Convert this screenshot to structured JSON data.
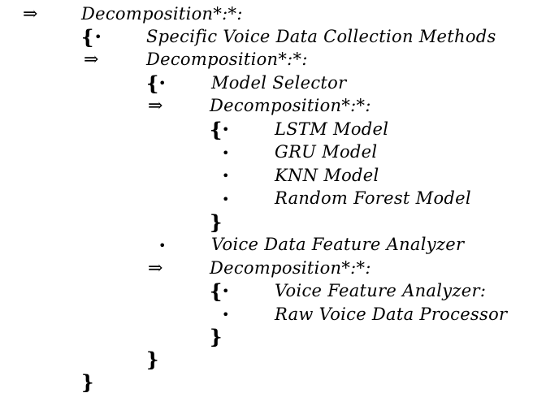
{
  "document": {
    "symbols": {
      "implies": "⇒",
      "open_brace": "{",
      "close_brace": "}",
      "bullet": "•"
    },
    "decomposition_label": "Decomposition*:*:",
    "items": {
      "specific_voice_data": "Specific Voice Data Collection Methods",
      "model_selector": "Model Selector",
      "lstm_model": "LSTM Model",
      "gru_model": "GRU Model",
      "knn_model": "KNN Model",
      "random_forest_model": "Random Forest Model",
      "voice_data_feature_analyzer": "Voice Data Feature Analyzer",
      "voice_feature_analyzer": "Voice Feature Analyzer:",
      "raw_voice_data_processor": "Raw Voice Data Processor"
    }
  }
}
